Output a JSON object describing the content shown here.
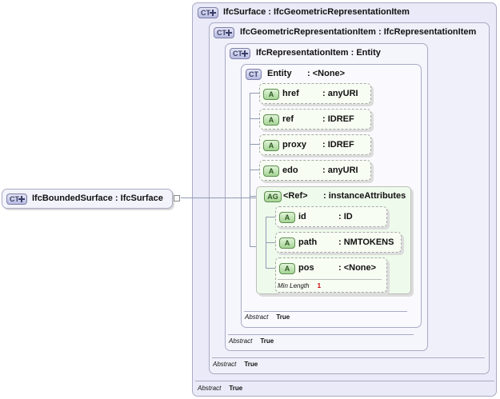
{
  "root": {
    "badge": "CT",
    "name": "IfcBoundedSurface",
    "separator": ":",
    "type": "IfcSurface"
  },
  "levels": [
    {
      "badge": "CT",
      "name": "IfcSurface",
      "separator": ":",
      "type": "IfcGeometricRepresentationItem",
      "footer_key": "Abstract",
      "footer_value": "True"
    },
    {
      "badge": "CT",
      "name": "IfcGeometricRepresentationItem",
      "separator": ":",
      "type": "IfcRepresentationItem",
      "footer_key": "Abstract",
      "footer_value": "True"
    },
    {
      "badge": "CT",
      "name": "IfcRepresentationItem",
      "separator": ":",
      "type": "Entity",
      "footer_key": "Abstract",
      "footer_value": "True"
    },
    {
      "badge": "CT",
      "name": "Entity",
      "separator": ":",
      "type": "<None>",
      "footer_key": "Abstract",
      "footer_value": "True"
    }
  ],
  "attributes": [
    {
      "badge": "A",
      "name": "href",
      "type": ": anyURI"
    },
    {
      "badge": "A",
      "name": "ref",
      "type": ": IDREF"
    },
    {
      "badge": "A",
      "name": "proxy",
      "type": ": IDREF"
    },
    {
      "badge": "A",
      "name": "edo",
      "type": ": anyURI"
    }
  ],
  "group": {
    "badge": "AG",
    "name": "<Ref>",
    "type": ": instanceAttributes",
    "attributes": [
      {
        "badge": "A",
        "name": "id",
        "type": ": ID"
      },
      {
        "badge": "A",
        "name": "path",
        "type": ": NMTOKENS"
      },
      {
        "badge": "A",
        "name": "pos",
        "type": ": <None>",
        "facet_key": "Min Length",
        "facet_value": "1"
      }
    ]
  },
  "colors": {
    "facet_value": "#cc0000",
    "connector_line": "#8f9bb3"
  }
}
